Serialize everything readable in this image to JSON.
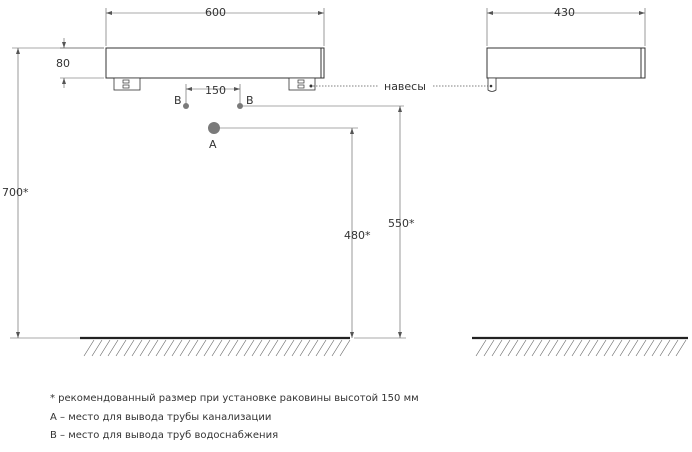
{
  "dimensions": {
    "front_width": "600",
    "side_depth": "430",
    "height_top": "80",
    "pipe_spacing": "150",
    "total_height": "700*",
    "drain_height": "480*",
    "supply_height": "550*"
  },
  "labels": {
    "hangers": "навесы",
    "point_a": "A",
    "point_b_left": "B",
    "point_b_right": "B"
  },
  "notes": [
    "* рекомендованный размер при установке  раковины высотой 150 мм",
    "А – место для вывода трубы канализации",
    "В – место для вывода труб водоснабжения"
  ],
  "colors": {
    "line": "#333333",
    "dim_line": "#555555",
    "pipe_a": "#7a7a7a",
    "floor": "#222222"
  }
}
